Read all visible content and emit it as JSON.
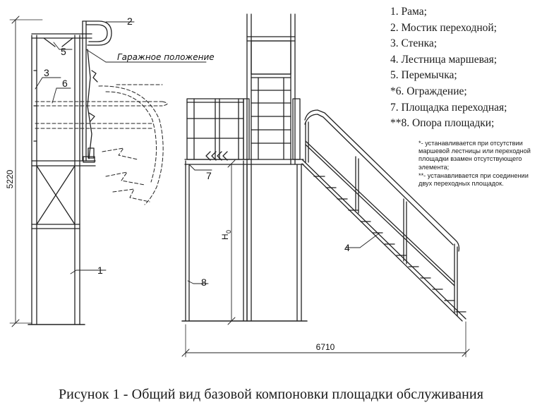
{
  "legend": {
    "items": [
      "1. Рама;",
      "2. Мостик переходной;",
      "3. Стенка;",
      "4. Лестница маршевая;",
      "5. Перемычка;",
      "*6. Ограждение;",
      "7. Площадка переходная;",
      "**8. Опора площадки;"
    ]
  },
  "notes": {
    "note1": "*- устанавливается при отсутствии маршевой лестницы или переходной площадки взамен отсутствующего элемента;",
    "note2": "**- устанавливается при соединении двух переходных площадок."
  },
  "labels": {
    "l1": "1",
    "l2": "2",
    "l3": "3",
    "l4": "4",
    "l5": "5",
    "l6": "6",
    "l7": "7",
    "l8": "8",
    "garage": "Гаражное положение",
    "height_dim": "5220",
    "width_dim": "6710",
    "h0": "H",
    "h0_sub": "0"
  },
  "caption": "Рисунок 1 - Общий вид базовой компоновки площадки обслуживания"
}
